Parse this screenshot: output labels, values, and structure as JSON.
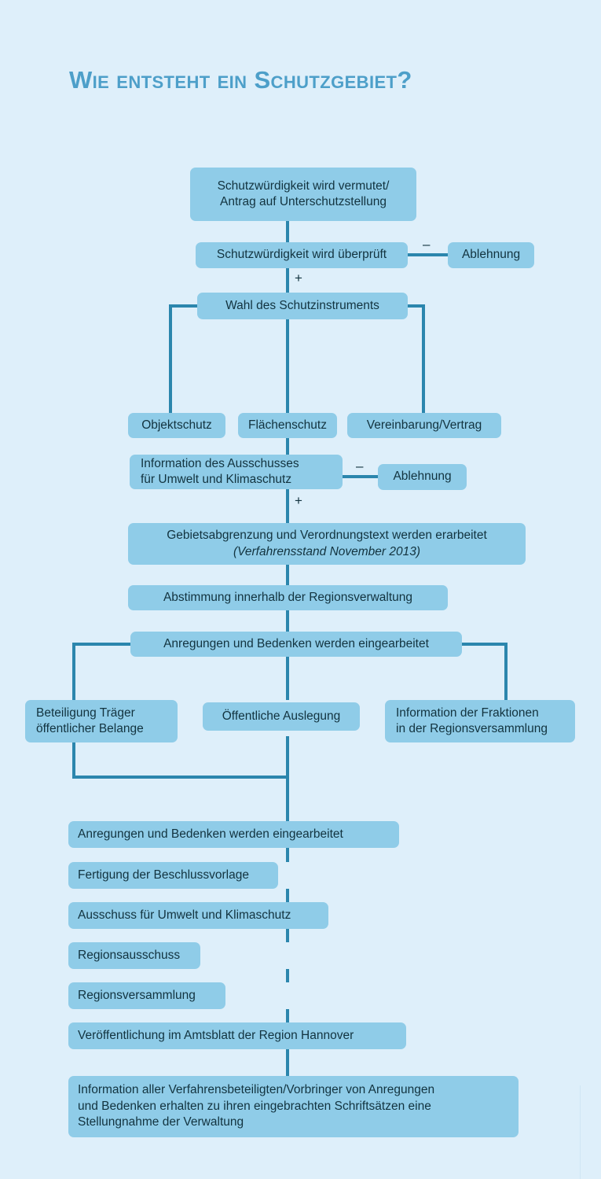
{
  "page": {
    "title": "Wie entsteht ein Schutzgebiet?",
    "background_color": "#deeffa",
    "node_fill_color": "#8fcce8",
    "edge_color": "#2b86ad",
    "title_color": "#4d9fc9",
    "text_color": "#12333f"
  },
  "nodes": {
    "start": {
      "line1": "Schutzwürdigkeit wird vermutet/",
      "line2": "Antrag auf Unterschutzstellung"
    },
    "check": {
      "line1": "Schutzwürdigkeit wird überprüft"
    },
    "reject1": {
      "line1": "Ablehnung"
    },
    "instrument": {
      "line1": "Wahl des Schutzinstruments"
    },
    "objekt": {
      "line1": "Objektschutz"
    },
    "flaechen": {
      "line1": "Flächenschutz"
    },
    "vertrag": {
      "line1": "Vereinbarung/Vertrag"
    },
    "info_ausschuss": {
      "line1": "Information des Ausschusses",
      "line2": "für Umwelt und Klimaschutz"
    },
    "reject2": {
      "line1": "Ablehnung"
    },
    "gebiets": {
      "line1": "Gebietsabgrenzung und Verordnungstext werden erarbeitet",
      "line2": "(Verfahrensstand November 2013)"
    },
    "abstimmung": {
      "line1": "Abstimmung innerhalb der Regionsverwaltung"
    },
    "anregungen1": {
      "line1": "Anregungen und Bedenken werden eingearbeitet"
    },
    "traeger": {
      "line1": "Beteiligung Träger",
      "line2": "öffentlicher Belange"
    },
    "auslegung": {
      "line1": "Öffentliche Auslegung"
    },
    "fraktionen": {
      "line1": "Information der Fraktionen",
      "line2": "in der Regionsversammlung"
    },
    "anregungen2": {
      "line1": "Anregungen und Bedenken werden eingearbeitet"
    },
    "fertigung": {
      "line1": "Fertigung der Beschlussvorlage"
    },
    "ausschuss": {
      "line1": "Ausschuss für Umwelt und Klimaschutz"
    },
    "regionsausschuss": {
      "line1": "Regionsausschuss"
    },
    "regionsversammlung": {
      "line1": "Regionsversammlung"
    },
    "veroeffentlichung": {
      "line1": "Veröffentlichung im Amtsblatt der Region Hannover"
    },
    "final": {
      "line1": "Information aller Verfahrensbeteiligten/Vorbringer von Anregungen",
      "line2": "und Bedenken erhalten zu ihren eingebrachten Schriftsätzen eine",
      "line3": "Stellungnahme der Verwaltung"
    }
  },
  "signs": {
    "minus_check": "–",
    "plus_check": "+",
    "minus_ausschuss": "–",
    "plus_ausschuss": "+"
  }
}
